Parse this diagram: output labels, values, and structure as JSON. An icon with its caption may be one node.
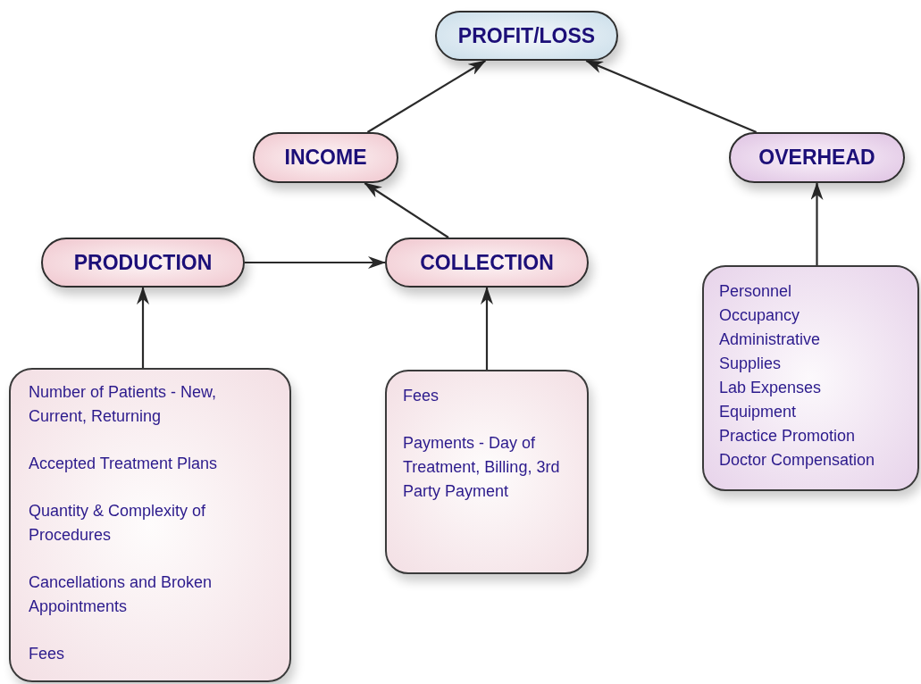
{
  "diagram": {
    "nodes": [
      {
        "text": [
          "PROFIT/LOSS"
        ]
      },
      {
        "text": [
          "INCOME"
        ]
      },
      {
        "text": [
          "OVERHEAD"
        ]
      },
      {
        "text": [
          "PRODUCTION"
        ]
      },
      {
        "text": [
          "COLLECTION"
        ]
      },
      {
        "text": [
          "Number of Patients - New, Current, Returning",
          "Accepted Treatment Plans",
          "Quantity & Complexity of Procedures",
          "Cancellations and Broken Appointments",
          "Fees"
        ]
      },
      {
        "text": [
          "Fees",
          "Payments - Day of Treatment, Billing, 3rd Party Payment"
        ]
      },
      {
        "text": [
          "Personnel",
          "Occupancy",
          "Administrative",
          "Supplies",
          "Lab Expenses",
          "Equipment",
          "Practice Promotion",
          "Doctor Compensation"
        ]
      }
    ],
    "edges": [
      {
        "from": 1,
        "to": 0,
        "arrow": "to"
      },
      {
        "from": 2,
        "to": 0,
        "arrow": "to"
      },
      {
        "from": 4,
        "to": 1,
        "arrow": "to"
      },
      {
        "from": 3,
        "to": 4,
        "arrow": "to"
      },
      {
        "from": 5,
        "to": 3,
        "arrow": "to"
      },
      {
        "from": 6,
        "to": 4,
        "arrow": "to"
      },
      {
        "from": 7,
        "to": 2,
        "arrow": "to"
      }
    ]
  }
}
